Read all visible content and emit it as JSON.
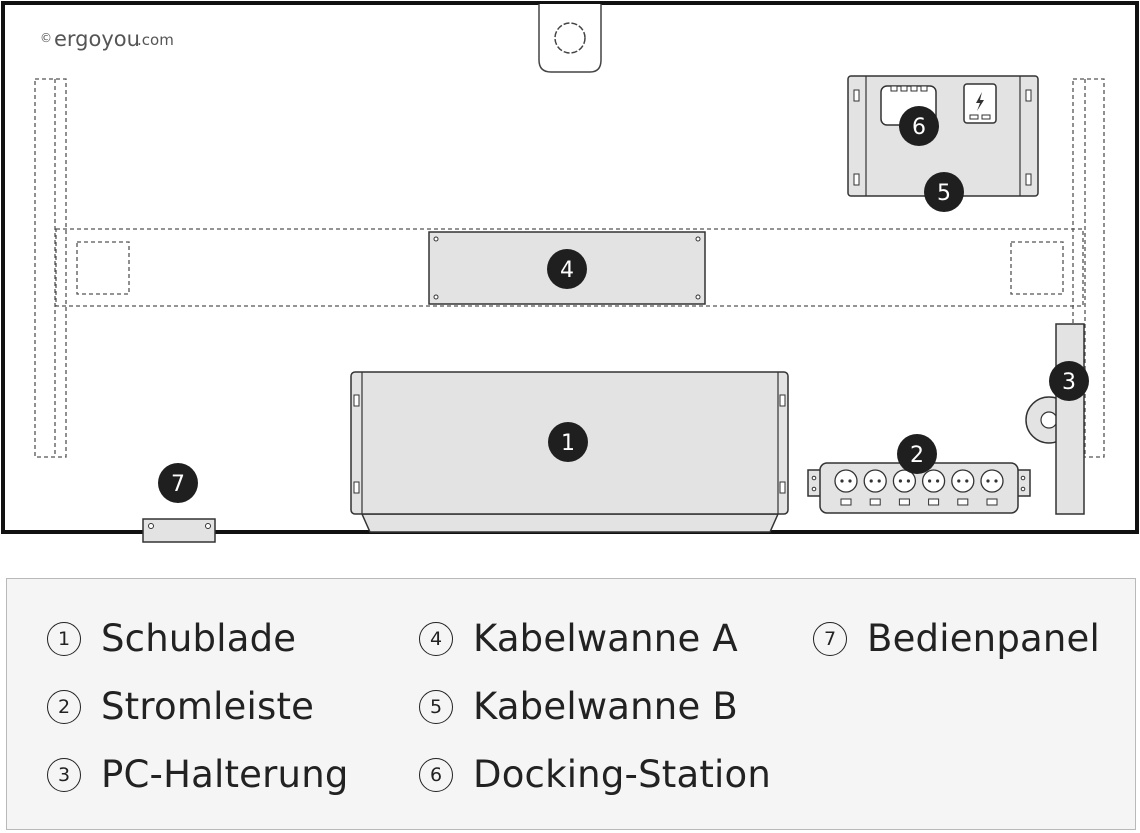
{
  "brand": {
    "copyright": "©",
    "name": "ergoyou",
    "suffix": ".com"
  },
  "markers": [
    {
      "id": "1",
      "label": "1"
    },
    {
      "id": "2",
      "label": "2"
    },
    {
      "id": "3",
      "label": "3"
    },
    {
      "id": "4",
      "label": "4"
    },
    {
      "id": "5",
      "label": "5"
    },
    {
      "id": "6",
      "label": "6"
    },
    {
      "id": "7",
      "label": "7"
    }
  ],
  "legend": [
    {
      "num": "1",
      "label": "Schublade"
    },
    {
      "num": "2",
      "label": "Stromleiste"
    },
    {
      "num": "3",
      "label": "PC-Halterung"
    },
    {
      "num": "4",
      "label": "Kabelwanne A"
    },
    {
      "num": "5",
      "label": "Kabelwanne B"
    },
    {
      "num": "6",
      "label": "Docking-Station"
    },
    {
      "num": "7",
      "label": "Bedienpanel"
    }
  ],
  "colors": {
    "outline": "#222222",
    "part_fill": "#e3e3e3",
    "marker": "#1f1f1f",
    "legend_bg": "#f5f5f5"
  }
}
